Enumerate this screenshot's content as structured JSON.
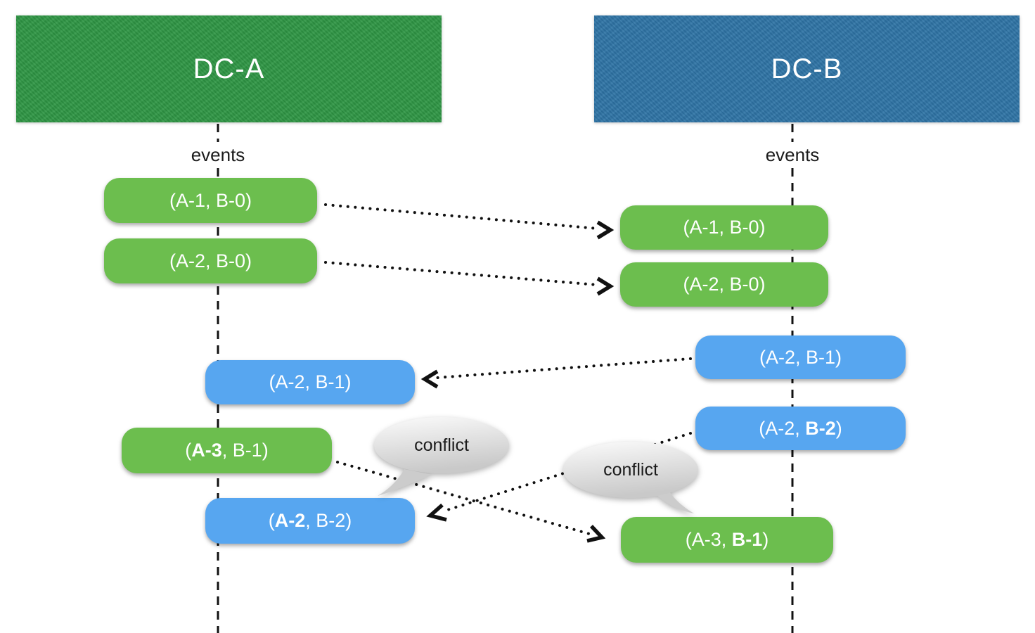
{
  "title": "Cross-datacenter replication conflict diagram",
  "headers": {
    "left": {
      "label": "DC-A"
    },
    "right": {
      "label": "DC-B"
    }
  },
  "timelines": {
    "left_label": "events",
    "right_label": "events"
  },
  "event_boxes": [
    {
      "id": "dca-1",
      "column": "DC-A",
      "color": "green",
      "prefix": "(A-1, B-0)",
      "bold": "",
      "suffix": ""
    },
    {
      "id": "dca-2",
      "column": "DC-A",
      "color": "green",
      "prefix": "(A-2, B-0)",
      "bold": "",
      "suffix": ""
    },
    {
      "id": "dcb-1",
      "column": "DC-B",
      "color": "green",
      "prefix": "(A-1, B-0)",
      "bold": "",
      "suffix": ""
    },
    {
      "id": "dcb-2",
      "column": "DC-B",
      "color": "green",
      "prefix": "(A-2, B-0)",
      "bold": "",
      "suffix": ""
    },
    {
      "id": "dcb-3",
      "column": "DC-B",
      "color": "blue",
      "prefix": "(A-2, B-1)",
      "bold": "",
      "suffix": ""
    },
    {
      "id": "dca-3",
      "column": "DC-A",
      "color": "blue",
      "prefix": "(A-2, B-1)",
      "bold": "",
      "suffix": ""
    },
    {
      "id": "dcb-4",
      "column": "DC-B",
      "color": "blue",
      "prefix": "(A-2, ",
      "bold": "B-2",
      "suffix": ")"
    },
    {
      "id": "dca-4",
      "column": "DC-A",
      "color": "green",
      "prefix": "(",
      "bold": "A-3",
      "suffix": ", B-1)"
    },
    {
      "id": "dca-5",
      "column": "DC-A",
      "color": "blue",
      "prefix": "(",
      "bold": "A-2",
      "suffix": ", B-2)"
    },
    {
      "id": "dcb-5",
      "column": "DC-B",
      "color": "green",
      "prefix": "(A-3, ",
      "bold": "B-1",
      "suffix": ")"
    }
  ],
  "arrows": [
    {
      "from": "dca-1",
      "to": "dcb-1",
      "style": "dotted"
    },
    {
      "from": "dca-2",
      "to": "dcb-2",
      "style": "dotted"
    },
    {
      "from": "dcb-3",
      "to": "dca-3",
      "style": "dotted"
    },
    {
      "from": "dca-4",
      "to": "dcb-5",
      "style": "dotted"
    },
    {
      "from": "dcb-4",
      "to": "dca-5",
      "style": "dotted"
    }
  ],
  "conflict_bubbles": [
    {
      "label": "conflict"
    },
    {
      "label": "conflict"
    }
  ],
  "colors": {
    "header_green": "#2e9644",
    "header_blue": "#2e74a6",
    "pill_green": "#6cbe4e",
    "pill_blue": "#57a6f0",
    "line": "#111111",
    "bubble_top": "#fbfbfb",
    "bubble_bottom": "#c9c9c9"
  }
}
